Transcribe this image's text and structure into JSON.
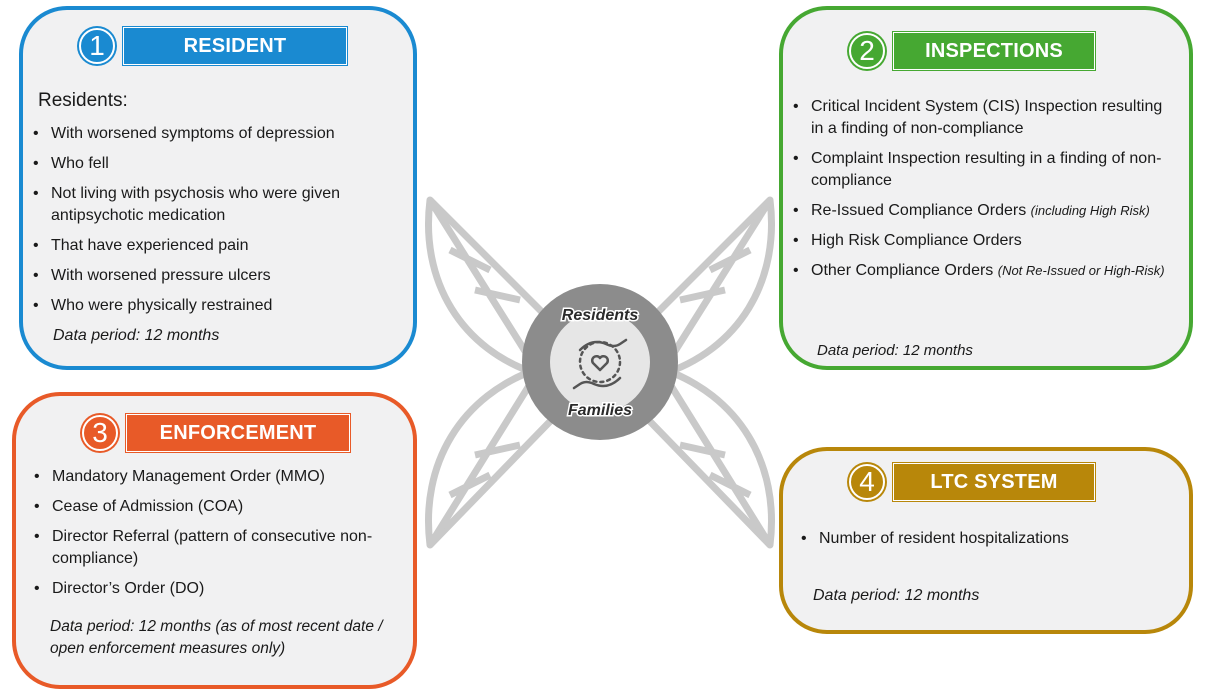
{
  "panels": {
    "resident": {
      "number": "1",
      "title": "RESIDENT",
      "intro": "Residents:",
      "items": [
        "With worsened symptoms of depression",
        "Who fell",
        "Not living with psychosis who were given antipsychotic medication",
        "That have experienced pain",
        "With worsened pressure ulcers",
        "Who were physically restrained"
      ],
      "note": "Data period: 12 months",
      "color": "#1a8ad1"
    },
    "inspections": {
      "number": "2",
      "title": "INSPECTIONS",
      "items": [
        {
          "text": "Critical Incident System (CIS) Inspection resulting in a finding of non-compliance",
          "sub": ""
        },
        {
          "text": "Complaint Inspection resulting in a finding of non-compliance",
          "sub": ""
        },
        {
          "text": "Re-Issued Compliance Orders ",
          "sub": "(including High Risk)"
        },
        {
          "text": "High Risk Compliance Orders",
          "sub": ""
        },
        {
          "text": "Other Compliance Orders ",
          "sub": "(Not Re-Issued or High-Risk)"
        }
      ],
      "note": "Data period: 12 months",
      "color": "#46a832"
    },
    "enforcement": {
      "number": "3",
      "title": "ENFORCEMENT",
      "items": [
        "Mandatory Management Order (MMO)",
        "Cease of Admission (COA)",
        "Director Referral (pattern of consecutive non-compliance)",
        "Director’s Order (DO)"
      ],
      "note": "Data period: 12 months (as of most recent date / open enforcement measures only)",
      "color": "#e85a28"
    },
    "ltc": {
      "number": "4",
      "title": "LTC SYSTEM",
      "items": [
        "Number of resident hospitalizations"
      ],
      "note": "Data period: 12 months",
      "color": "#b8870a"
    }
  },
  "center": {
    "top_label": "Residents",
    "bottom_label": "Families",
    "icon": "caring-hands-heart-icon"
  }
}
